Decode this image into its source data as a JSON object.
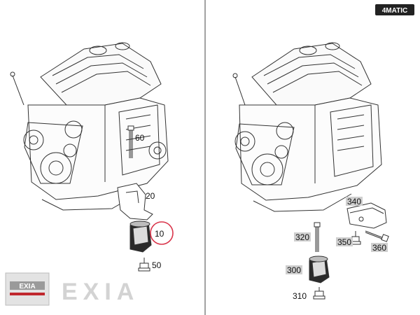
{
  "badge": {
    "text": "4MATIC",
    "color": "#222222"
  },
  "left_panel": {
    "callouts": [
      {
        "id": "60",
        "label": "60",
        "shaded": false
      },
      {
        "id": "20",
        "label": "20",
        "shaded": false
      },
      {
        "id": "10",
        "label": "10",
        "shaded": false,
        "highlighted": true
      },
      {
        "id": "50",
        "label": "50",
        "shaded": false
      }
    ],
    "highlight_color": "#d9344a"
  },
  "right_panel": {
    "callouts": [
      {
        "id": "340",
        "label": "340",
        "shaded": true
      },
      {
        "id": "320",
        "label": "320",
        "shaded": true
      },
      {
        "id": "350",
        "label": "350",
        "shaded": true
      },
      {
        "id": "360",
        "label": "360",
        "shaded": true
      },
      {
        "id": "300",
        "label": "300",
        "shaded": true
      },
      {
        "id": "310",
        "label": "310",
        "shaded": false
      }
    ]
  },
  "watermark": {
    "text": "EXIA",
    "logo_text": "EXIA",
    "accent_color": "#c0272d"
  }
}
